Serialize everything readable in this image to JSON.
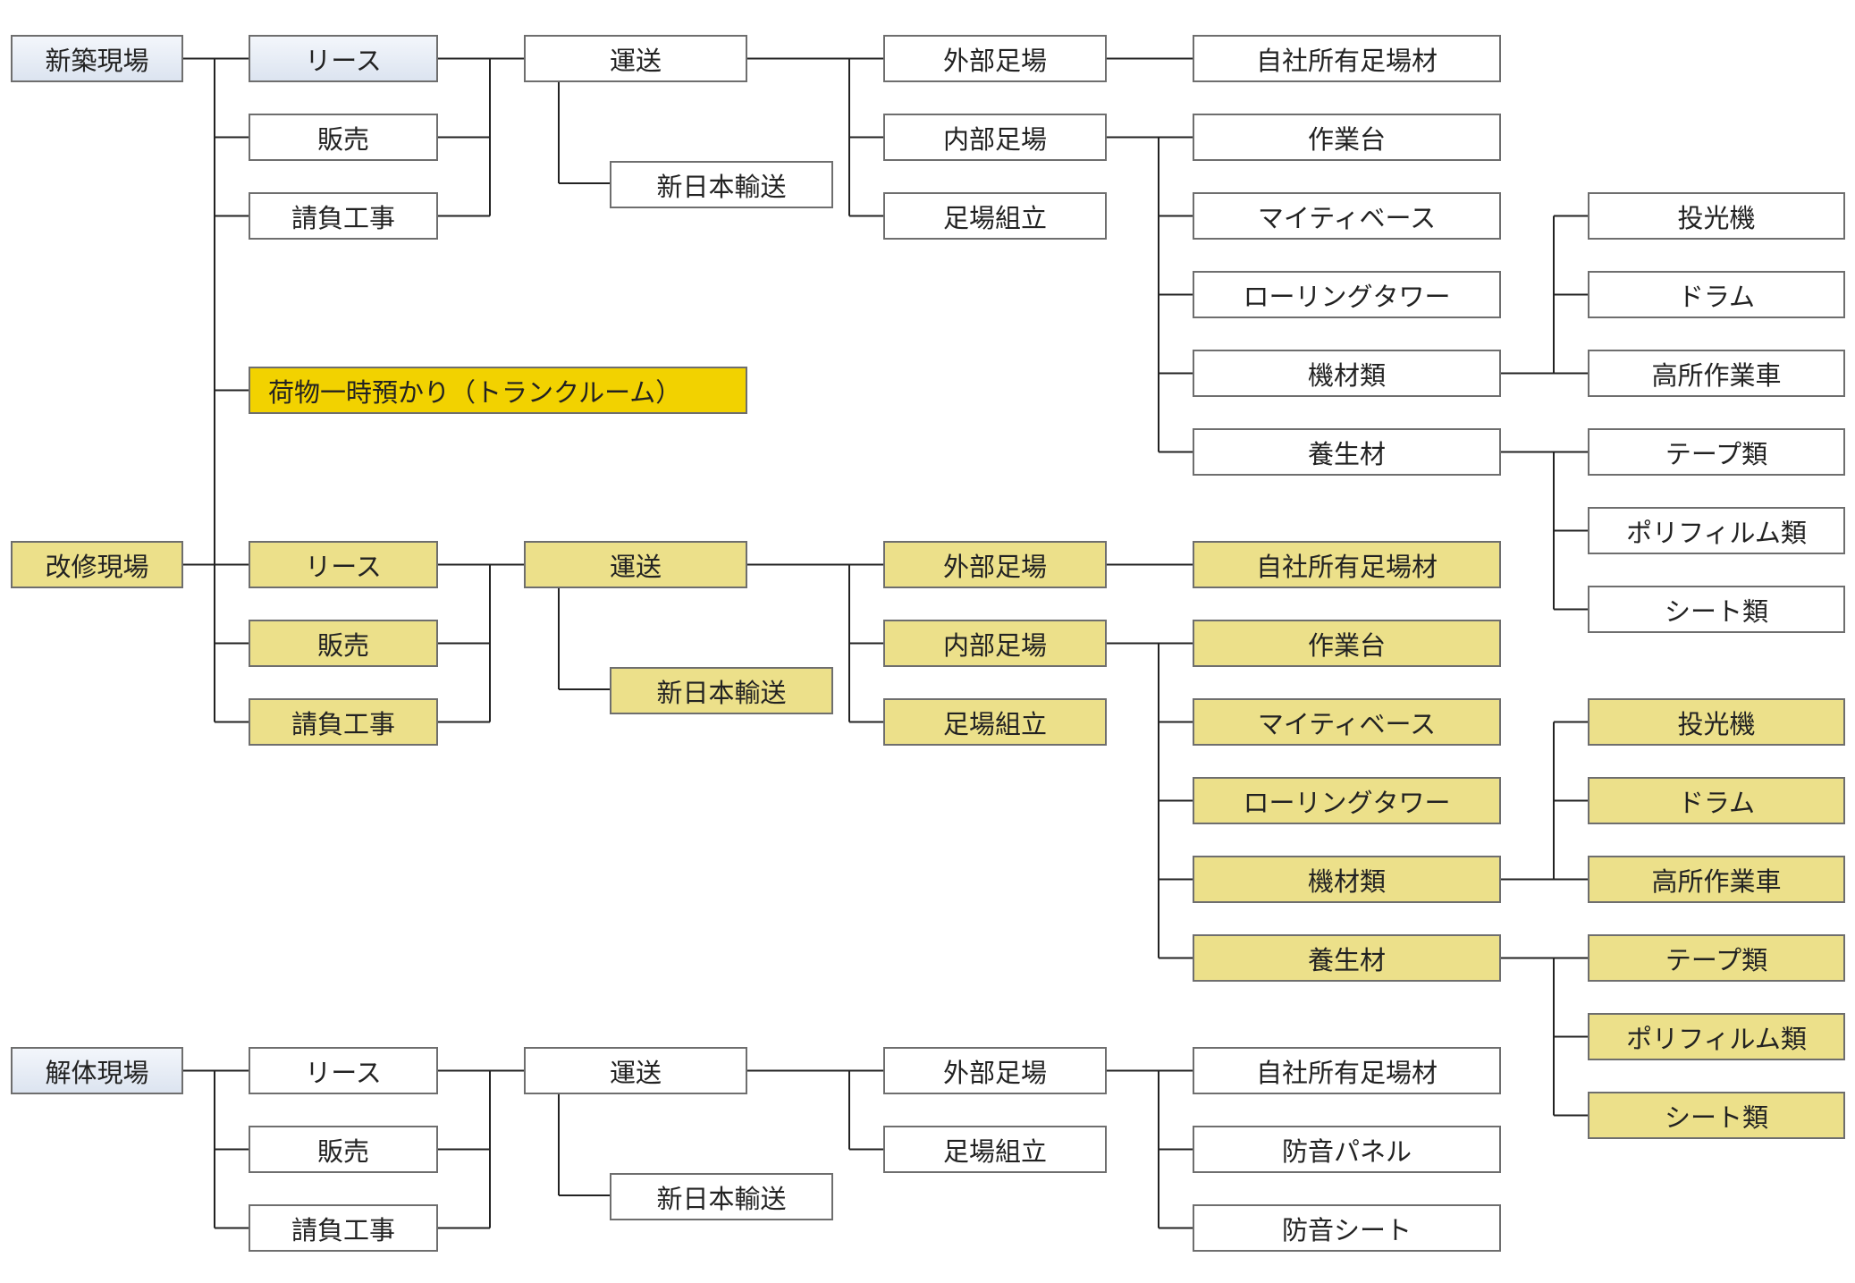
{
  "colors": {
    "blue": "#dce4f0",
    "white": "#ffffff",
    "khaki": "#ece08a",
    "yellow": "#f2d200",
    "line": "#222222"
  },
  "storage": "荷物一時預かり（トランクルーム）",
  "sections": [
    {
      "id": "shinchiku",
      "site": "新築現場",
      "services": [
        "リース",
        "販売",
        "請負工事"
      ],
      "transport": "運送",
      "carrier": "新日本輸送",
      "scaffold": [
        "外部足場",
        "内部足場",
        "足場組立"
      ],
      "external": [
        "自社所有足場材"
      ],
      "internal": [
        "作業台",
        "マイティベース",
        "ローリングタワー",
        "機材類",
        "養生材"
      ],
      "equipment": [
        "投光機",
        "ドラム",
        "高所作業車"
      ],
      "curing": [
        "テープ類",
        "ポリフィルム類",
        "シート類"
      ]
    },
    {
      "id": "kaishu",
      "site": "改修現場",
      "services": [
        "リース",
        "販売",
        "請負工事"
      ],
      "transport": "運送",
      "carrier": "新日本輸送",
      "scaffold": [
        "外部足場",
        "内部足場",
        "足場組立"
      ],
      "external": [
        "自社所有足場材"
      ],
      "internal": [
        "作業台",
        "マイティベース",
        "ローリングタワー",
        "機材類",
        "養生材"
      ],
      "equipment": [
        "投光機",
        "ドラム",
        "高所作業車"
      ],
      "curing": [
        "テープ類",
        "ポリフィルム類",
        "シート類"
      ]
    },
    {
      "id": "kaitai",
      "site": "解体現場",
      "services": [
        "リース",
        "販売",
        "請負工事"
      ],
      "transport": "運送",
      "carrier": "新日本輸送",
      "scaffold": [
        "外部足場",
        "足場組立"
      ],
      "materials": [
        "自社所有足場材",
        "防音パネル",
        "防音シート"
      ]
    }
  ]
}
